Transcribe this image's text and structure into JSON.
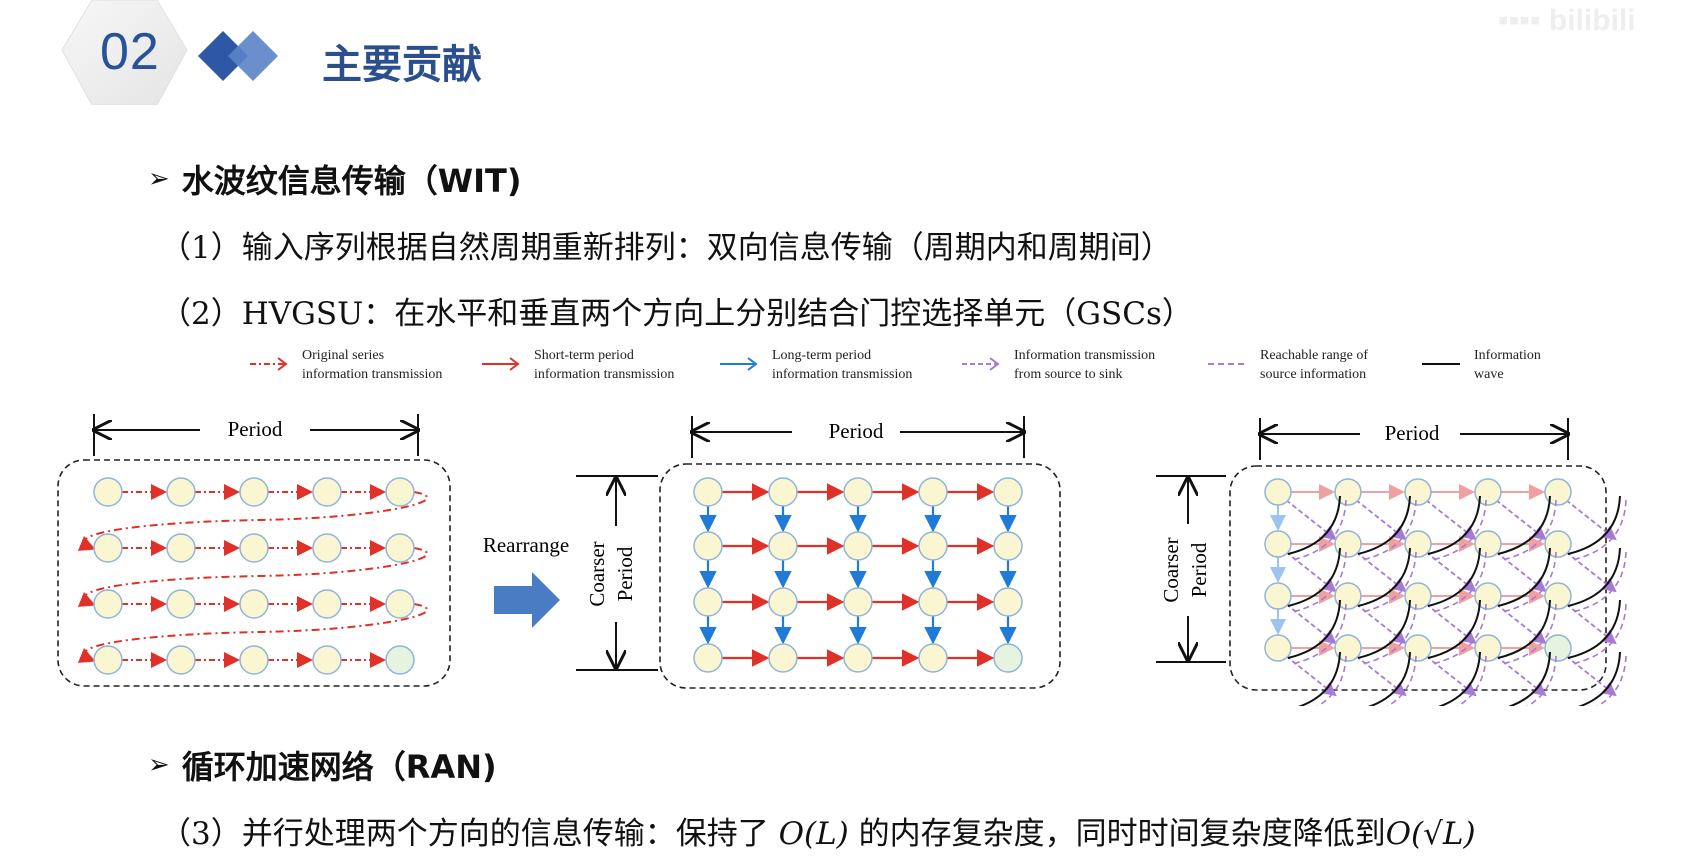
{
  "header": {
    "section_number": "02",
    "section_title": "主要贡献"
  },
  "bullets": [
    {
      "label": "水波纹信息传输（WIT)"
    },
    {
      "label": "循环加速网络（RAN)"
    }
  ],
  "items": {
    "item1": "（1）输入序列根据自然周期重新排列：双向信息传输（周期内和周期间）",
    "item2": "（2）HVGSU：在水平和垂直两个方向上分别结合门控选择单元（GSCs）",
    "item3_prefix": "（3）并行处理两个方向的信息传输：保持了 ",
    "item3_math1": "O(L)",
    "item3_middle": " 的内存复杂度，同时时间复杂度降低到",
    "item3_math2": "O(√L)"
  },
  "legend": [
    {
      "line1": "Original series",
      "line2": "information transmission",
      "color": "#e03028",
      "style": "dash-dot"
    },
    {
      "line1": "Short-term period",
      "line2": "information transmission",
      "color": "#e03028",
      "style": "solid"
    },
    {
      "line1": "Long-term period",
      "line2": "information transmission",
      "color": "#1f7ad8",
      "style": "solid"
    },
    {
      "line1": "Information transmission",
      "line2": "from source to sink",
      "color": "#a77ad6",
      "style": "dashed"
    },
    {
      "line1": "Reachable range of",
      "line2": "source information",
      "color": "#a77ad6",
      "style": "dashed-plain"
    },
    {
      "line1": "Information",
      "line2": "wave",
      "color": "#111111",
      "style": "solid-plain"
    }
  ],
  "figure": {
    "period_label": "Period",
    "rearrange_label": "Rearrange",
    "coarser_label": "Coarser",
    "coarser_label2": "Period"
  },
  "colors": {
    "node_fill": "#fbf6d2",
    "node_last_fill": "#e6f4df",
    "node_stroke": "#8fb3d9",
    "red": "#e03028",
    "blue": "#1f7ad8",
    "purple": "#a77ad6",
    "title_blue": "#2b4f8d"
  }
}
